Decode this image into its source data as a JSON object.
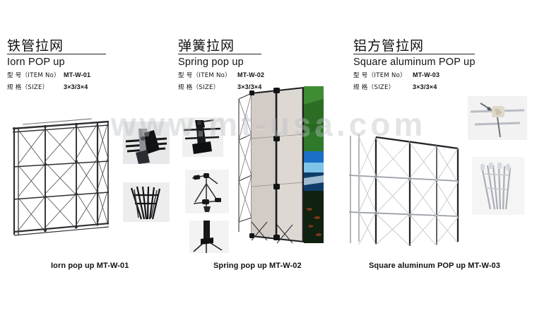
{
  "page": {
    "background_color": "#ffffff",
    "watermark_text": "www.mt-usa.com"
  },
  "products": [
    {
      "id": "mt-w-01",
      "title_cn": "铁管拉网",
      "title_en": "Iorn POP up",
      "spec_rows": [
        {
          "label": "型 号（ITEM No）",
          "value": "MT-W-01"
        },
        {
          "label": "规 格（SIZE）",
          "value": "3×3/3×4"
        }
      ],
      "caption": "Iorn pop up MT-W-01",
      "detail_photos": [
        "connector-hub-closeup",
        "folded-frame-bundle"
      ]
    },
    {
      "id": "mt-w-02",
      "title_cn": "弹簧拉网",
      "title_en": "Spring pop up",
      "spec_rows": [
        {
          "label": "型 号（ITEM No）",
          "value": "MT-W-02"
        },
        {
          "label": "规 格（SIZE）",
          "value": "3×3/3×4"
        }
      ],
      "caption": "Spring pop up MT-W-02",
      "detail_photos": [
        "spring-clamp-closeup",
        "spring-joint-closeup",
        "spring-pole-closeup"
      ]
    },
    {
      "id": "mt-w-03",
      "title_cn": "铝方管拉网",
      "title_en": "Square aluminum POP up",
      "spec_rows": [
        {
          "label": "型 号（ITEM No）",
          "value": "MT-W-03"
        },
        {
          "label": "规 格（SIZE）",
          "value": "3×3/3×4"
        }
      ],
      "caption": "Square aluminum POP up MT-W-03",
      "detail_photos": [
        "aluminum-joint-closeup",
        "aluminum-folded-bundle"
      ]
    }
  ],
  "colors": {
    "text": "#111111",
    "rule": "#222222",
    "watermark": "#b9bcc2",
    "frame_dark": "#2b2b2e",
    "frame_light": "#b6bac0",
    "panel_fabric": "#d8d2cc",
    "graphic_green": "#2f7a2a",
    "graphic_blue": "#1a6fc4"
  }
}
